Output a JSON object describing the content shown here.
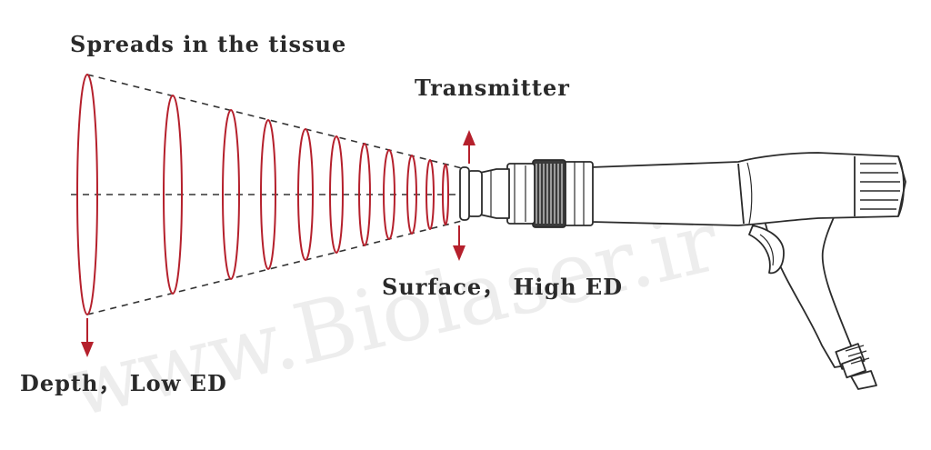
{
  "labels": {
    "spreads": "Spreads in the tissue",
    "transmitter": "Transmitter",
    "surface": "Surface， High ED",
    "depth": "Depth， Low ED"
  },
  "watermark": "www.Biolaser.ir",
  "colors": {
    "wave": "#b5202c",
    "arrow": "#b5202c",
    "outline": "#2b2b2b",
    "text": "#2a2a2a"
  },
  "icons": {
    "arrow_up": "arrow-up-icon",
    "arrow_down": "arrow-down-icon",
    "device": "shockwave-applicator-icon"
  }
}
